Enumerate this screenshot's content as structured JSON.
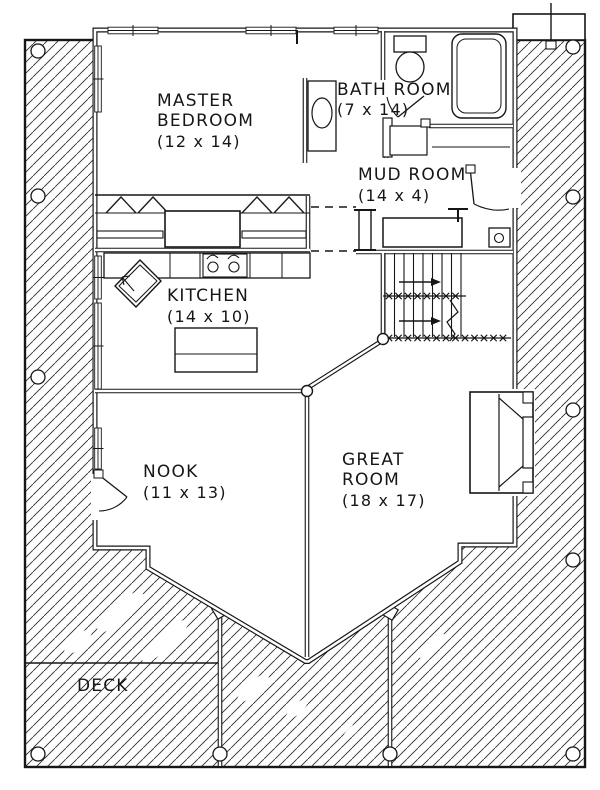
{
  "drawing_type": "floor-plan",
  "colors": {
    "ink": "#161616",
    "paper": "#ffffff"
  },
  "rooms": [
    {
      "id": "master-bedroom",
      "name": "MASTER BEDROOM",
      "dimensions": "(12 x 14)"
    },
    {
      "id": "bath-room",
      "name": "BATH ROOM",
      "dimensions": "(7 x 14)"
    },
    {
      "id": "mud-room",
      "name": "MUD ROOM",
      "dimensions": "(14 x 4)"
    },
    {
      "id": "kitchen",
      "name": "KITCHEN",
      "dimensions": "(14 x 10)"
    },
    {
      "id": "nook",
      "name": "NOOK",
      "dimensions": "(11 x 13)"
    },
    {
      "id": "great-room",
      "name": "GREAT ROOM",
      "dimensions": "(18 x 17)"
    },
    {
      "id": "deck",
      "name": "DECK",
      "dimensions": ""
    }
  ],
  "labels": {
    "master_1": "MASTER",
    "master_2": "BEDROOM",
    "master_dims": "(12 x 14)",
    "bath": "BATH ROOM",
    "bath_dims": "(7 x 14)",
    "mud": "MUD ROOM",
    "mud_dims": "(14 x 4)",
    "kitchen": "KITCHEN",
    "kitchen_dims": "(14 x 10)",
    "nook": "NOOK",
    "nook_dims": "(11 x 13)",
    "great_1": "GREAT",
    "great_2": "ROOM",
    "great_dims": "(18 x 17)",
    "deck": "DECK"
  }
}
